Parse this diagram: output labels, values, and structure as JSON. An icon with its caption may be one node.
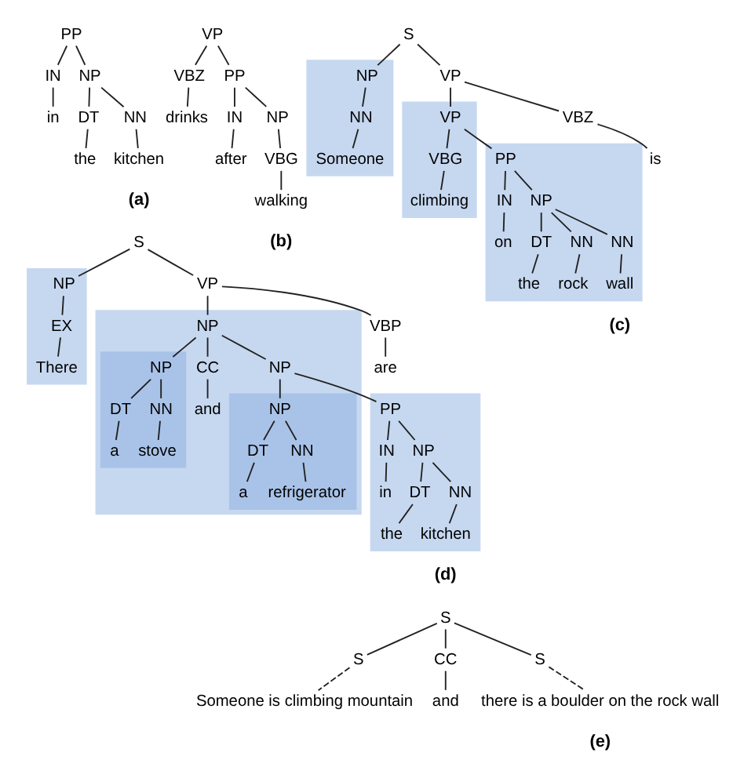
{
  "diagram": {
    "nodes": [
      {
        "text": [
          "PP"
        ]
      },
      {
        "text": [
          "IN"
        ]
      },
      {
        "text": [
          "in"
        ]
      },
      {
        "text": [
          "NP"
        ]
      },
      {
        "text": [
          "DT"
        ]
      },
      {
        "text": [
          "the"
        ]
      },
      {
        "text": [
          "NN"
        ]
      },
      {
        "text": [
          "kitchen"
        ]
      },
      {
        "text": [
          "VP"
        ]
      },
      {
        "text": [
          "VBZ"
        ]
      },
      {
        "text": [
          "drinks"
        ]
      },
      {
        "text": [
          "PP"
        ]
      },
      {
        "text": [
          "IN"
        ]
      },
      {
        "text": [
          "after"
        ]
      },
      {
        "text": [
          "NP"
        ]
      },
      {
        "text": [
          "VBG"
        ]
      },
      {
        "text": [
          "walking"
        ]
      },
      {
        "text": [
          "S"
        ]
      },
      {
        "text": [],
        "shape": "box"
      },
      {
        "text": [
          "NP"
        ],
        "in": 18
      },
      {
        "text": [
          "NN"
        ],
        "in": 18
      },
      {
        "text": [
          "Someone"
        ],
        "in": 18
      },
      {
        "text": [
          "VP"
        ]
      },
      {
        "text": [
          "VBZ"
        ]
      },
      {
        "text": [
          "is"
        ]
      },
      {
        "text": [],
        "shape": "box"
      },
      {
        "text": [
          "VP"
        ],
        "in": 25
      },
      {
        "text": [
          "VBG"
        ],
        "in": 25
      },
      {
        "text": [
          "climbing"
        ],
        "in": 25
      },
      {
        "text": [],
        "shape": "box"
      },
      {
        "text": [
          "PP"
        ],
        "in": 29
      },
      {
        "text": [
          "IN"
        ],
        "in": 29
      },
      {
        "text": [
          "on"
        ],
        "in": 29
      },
      {
        "text": [
          "NP"
        ],
        "in": 29
      },
      {
        "text": [
          "DT"
        ],
        "in": 29
      },
      {
        "text": [
          "the"
        ],
        "in": 29
      },
      {
        "text": [
          "NN"
        ],
        "in": 29
      },
      {
        "text": [
          "rock"
        ],
        "in": 29
      },
      {
        "text": [
          "NN"
        ],
        "in": 29
      },
      {
        "text": [
          "wall"
        ],
        "in": 29
      },
      {
        "text": [
          "S"
        ]
      },
      {
        "text": [],
        "shape": "box"
      },
      {
        "text": [
          "NP"
        ],
        "in": 41
      },
      {
        "text": [
          "EX"
        ],
        "in": 41
      },
      {
        "text": [
          "There"
        ],
        "in": 41
      },
      {
        "text": [
          "VP"
        ]
      },
      {
        "text": [
          "VBP"
        ]
      },
      {
        "text": [
          "are"
        ]
      },
      {
        "text": [],
        "shape": "box"
      },
      {
        "text": [
          "NP"
        ],
        "in": 48
      },
      {
        "text": [],
        "shape": "box",
        "in": 48
      },
      {
        "text": [
          "NP"
        ],
        "in": 50
      },
      {
        "text": [
          "DT"
        ],
        "in": 50
      },
      {
        "text": [
          "a"
        ],
        "in": 50
      },
      {
        "text": [
          "NN"
        ],
        "in": 50
      },
      {
        "text": [
          "stove"
        ],
        "in": 50
      },
      {
        "text": [
          "CC"
        ],
        "in": 48
      },
      {
        "text": [
          "and"
        ],
        "in": 48
      },
      {
        "text": [
          "NP"
        ],
        "in": 48
      },
      {
        "text": [],
        "shape": "box",
        "in": 48
      },
      {
        "text": [
          "NP"
        ],
        "in": 59
      },
      {
        "text": [
          "DT"
        ],
        "in": 59
      },
      {
        "text": [
          "a"
        ],
        "in": 59
      },
      {
        "text": [
          "NN"
        ],
        "in": 59
      },
      {
        "text": [
          "refrigerator"
        ],
        "in": 59
      },
      {
        "text": [],
        "shape": "box"
      },
      {
        "text": [
          "PP"
        ],
        "in": 65
      },
      {
        "text": [
          "IN"
        ],
        "in": 65
      },
      {
        "text": [
          "in"
        ],
        "in": 65
      },
      {
        "text": [
          "NP"
        ],
        "in": 65
      },
      {
        "text": [
          "DT"
        ],
        "in": 65
      },
      {
        "text": [
          "the"
        ],
        "in": 65
      },
      {
        "text": [
          "NN"
        ],
        "in": 65
      },
      {
        "text": [
          "kitchen"
        ],
        "in": 65
      },
      {
        "text": [
          "S"
        ]
      },
      {
        "text": [
          "S"
        ]
      },
      {
        "text": [
          "CC"
        ]
      },
      {
        "text": [
          "S"
        ]
      },
      {
        "text": [
          "and"
        ]
      },
      {
        "text": [
          "Someone is climbing mountain"
        ]
      },
      {
        "text": [
          "there is a boulder on the rock wall"
        ]
      }
    ],
    "edges": [
      {
        "from": 0,
        "to": 1,
        "arrow": "none"
      },
      {
        "from": 0,
        "to": 3,
        "arrow": "none"
      },
      {
        "from": 1,
        "to": 2,
        "arrow": "none"
      },
      {
        "from": 3,
        "to": 4,
        "arrow": "none"
      },
      {
        "from": 3,
        "to": 6,
        "arrow": "none"
      },
      {
        "from": 4,
        "to": 5,
        "arrow": "none"
      },
      {
        "from": 6,
        "to": 7,
        "arrow": "none"
      },
      {
        "from": 8,
        "to": 9,
        "arrow": "none"
      },
      {
        "from": 8,
        "to": 11,
        "arrow": "none"
      },
      {
        "from": 9,
        "to": 10,
        "arrow": "none"
      },
      {
        "from": 11,
        "to": 12,
        "arrow": "none"
      },
      {
        "from": 11,
        "to": 14,
        "arrow": "none"
      },
      {
        "from": 12,
        "to": 13,
        "arrow": "none"
      },
      {
        "from": 14,
        "to": 15,
        "arrow": "none"
      },
      {
        "from": 15,
        "to": 16,
        "arrow": "none"
      },
      {
        "from": 17,
        "to": 19,
        "arrow": "none"
      },
      {
        "from": 17,
        "to": 22,
        "arrow": "none"
      },
      {
        "from": 19,
        "to": 20,
        "arrow": "none"
      },
      {
        "from": 20,
        "to": 21,
        "arrow": "none"
      },
      {
        "from": 22,
        "to": 23,
        "arrow": "none"
      },
      {
        "from": 22,
        "to": 26,
        "arrow": "none"
      },
      {
        "from": 23,
        "to": 24,
        "arrow": "none"
      },
      {
        "from": 26,
        "to": 27,
        "arrow": "none"
      },
      {
        "from": 26,
        "to": 30,
        "arrow": "none"
      },
      {
        "from": 27,
        "to": 28,
        "arrow": "none"
      },
      {
        "from": 30,
        "to": 31,
        "arrow": "none"
      },
      {
        "from": 30,
        "to": 33,
        "arrow": "none"
      },
      {
        "from": 31,
        "to": 32,
        "arrow": "none"
      },
      {
        "from": 33,
        "to": 34,
        "arrow": "none"
      },
      {
        "from": 33,
        "to": 36,
        "arrow": "none"
      },
      {
        "from": 33,
        "to": 38,
        "arrow": "none"
      },
      {
        "from": 34,
        "to": 35,
        "arrow": "none"
      },
      {
        "from": 36,
        "to": 37,
        "arrow": "none"
      },
      {
        "from": 38,
        "to": 39,
        "arrow": "none"
      },
      {
        "from": 40,
        "to": 42,
        "arrow": "none"
      },
      {
        "from": 40,
        "to": 45,
        "arrow": "none"
      },
      {
        "from": 42,
        "to": 43,
        "arrow": "none"
      },
      {
        "from": 43,
        "to": 44,
        "arrow": "none"
      },
      {
        "from": 45,
        "to": 46,
        "arrow": "none"
      },
      {
        "from": 45,
        "to": 49,
        "arrow": "none"
      },
      {
        "from": 46,
        "to": 47,
        "arrow": "none"
      },
      {
        "from": 49,
        "to": 51,
        "arrow": "none"
      },
      {
        "from": 49,
        "to": 56,
        "arrow": "none"
      },
      {
        "from": 49,
        "to": 58,
        "arrow": "none"
      },
      {
        "from": 51,
        "to": 52,
        "arrow": "none"
      },
      {
        "from": 51,
        "to": 54,
        "arrow": "none"
      },
      {
        "from": 52,
        "to": 53,
        "arrow": "none"
      },
      {
        "from": 54,
        "to": 55,
        "arrow": "none"
      },
      {
        "from": 56,
        "to": 57,
        "arrow": "none"
      },
      {
        "from": 58,
        "to": 60,
        "arrow": "none"
      },
      {
        "from": 58,
        "to": 66,
        "arrow": "none"
      },
      {
        "from": 60,
        "to": 61,
        "arrow": "none"
      },
      {
        "from": 60,
        "to": 63,
        "arrow": "none"
      },
      {
        "from": 61,
        "to": 62,
        "arrow": "none"
      },
      {
        "from": 63,
        "to": 64,
        "arrow": "none"
      },
      {
        "from": 66,
        "to": 67,
        "arrow": "none"
      },
      {
        "from": 66,
        "to": 69,
        "arrow": "none"
      },
      {
        "from": 67,
        "to": 68,
        "arrow": "none"
      },
      {
        "from": 69,
        "to": 70,
        "arrow": "none"
      },
      {
        "from": 69,
        "to": 72,
        "arrow": "none"
      },
      {
        "from": 70,
        "to": 71,
        "arrow": "none"
      },
      {
        "from": 72,
        "to": 73,
        "arrow": "none"
      },
      {
        "from": 74,
        "to": 75,
        "arrow": "none"
      },
      {
        "from": 74,
        "to": 76,
        "arrow": "none"
      },
      {
        "from": 74,
        "to": 77,
        "arrow": "none"
      },
      {
        "from": 76,
        "to": 78,
        "arrow": "none"
      },
      {
        "from": 75,
        "to": 79,
        "arrow": "none",
        "style": "dashed"
      },
      {
        "from": 77,
        "to": 80,
        "arrow": "none",
        "style": "dashed"
      }
    ],
    "labels": [
      "(a)",
      "(b)",
      "(c)",
      "(d)",
      "(e)"
    ]
  }
}
